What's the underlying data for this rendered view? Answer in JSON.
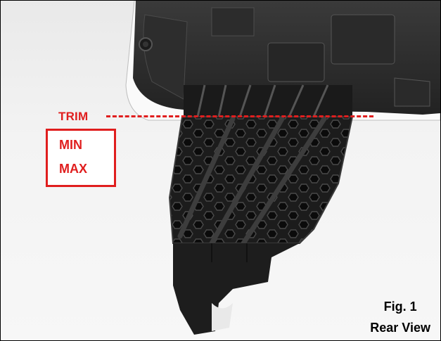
{
  "annotations": {
    "trim_label": "TRIM",
    "min_label": "MIN",
    "max_label": "MAX",
    "annotation_color": "#e01e1e"
  },
  "caption": {
    "figure": "Fig. 1",
    "view": "Rear View"
  }
}
